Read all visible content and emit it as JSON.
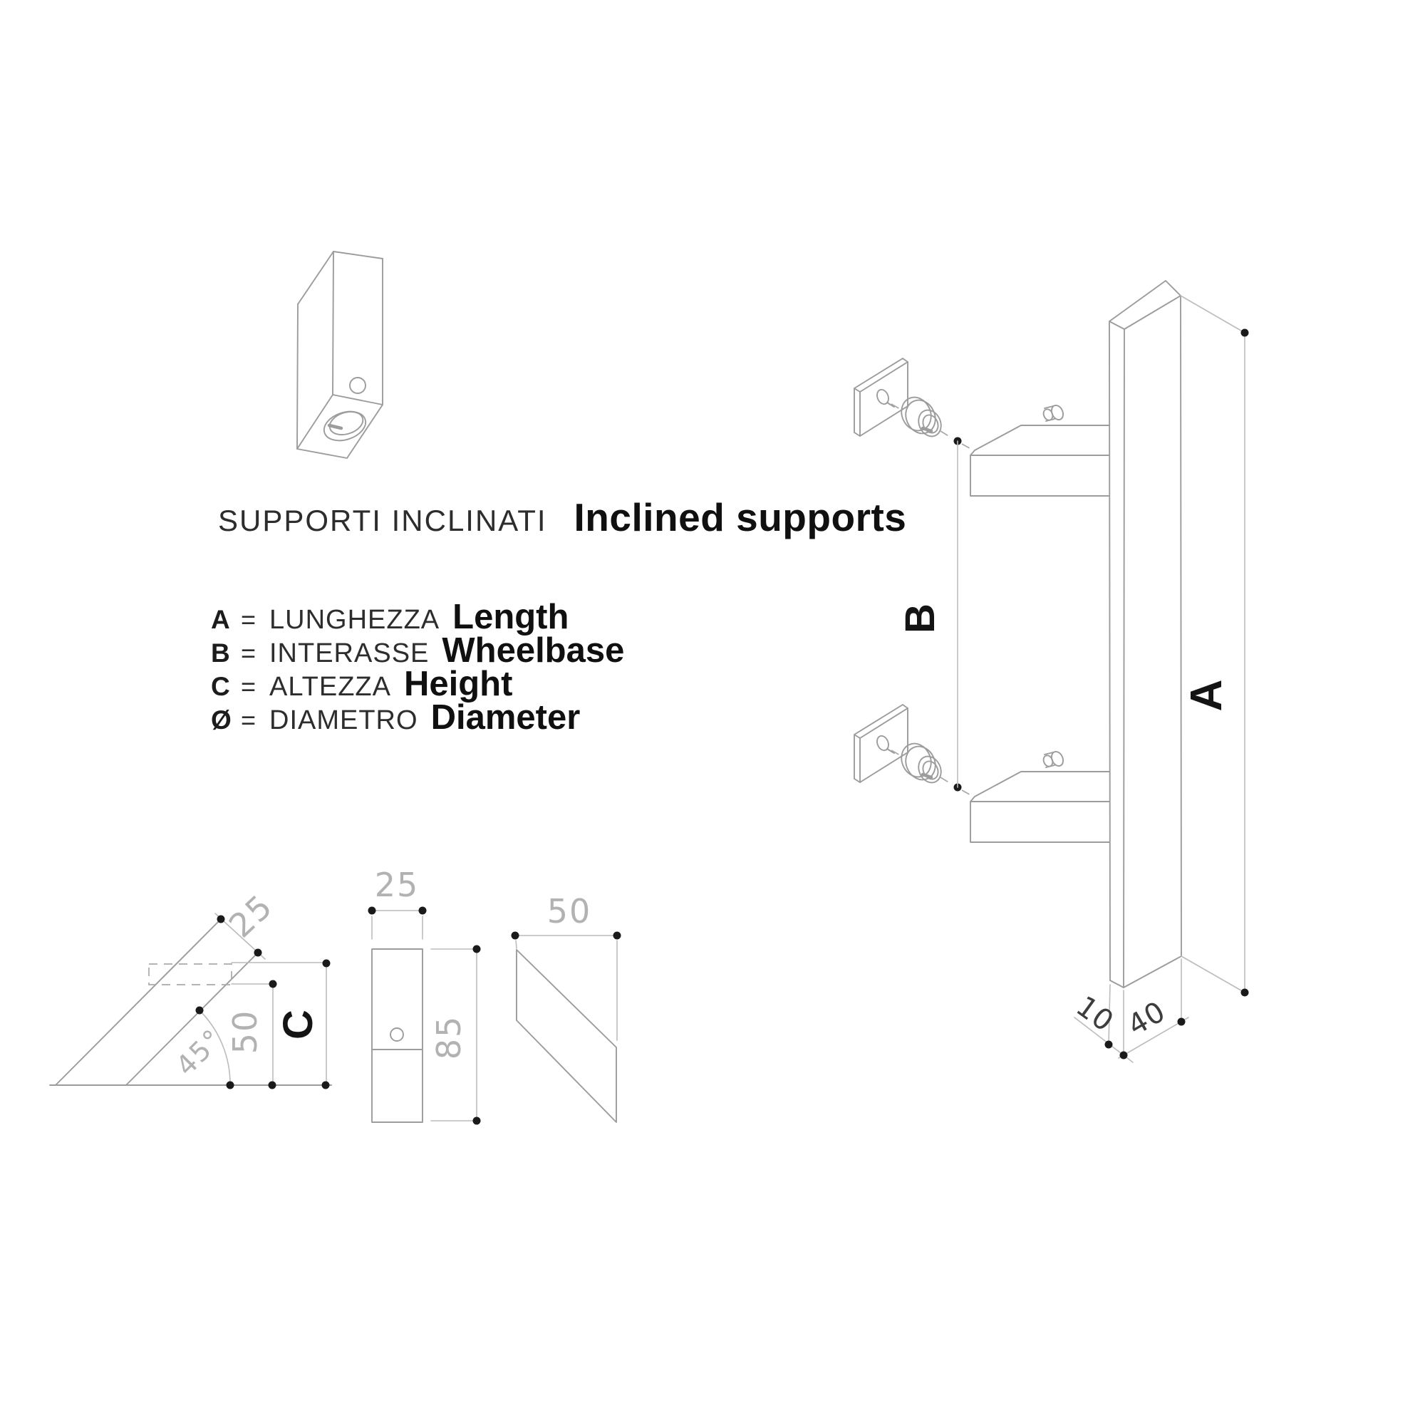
{
  "title": {
    "it": "SUPPORTI INCLINATI",
    "en": "Inclined supports"
  },
  "legend": [
    {
      "symbol": "A",
      "eq": "=",
      "it": "LUNGHEZZA",
      "en": "Length"
    },
    {
      "symbol": "B",
      "eq": "=",
      "it": "INTERASSE",
      "en": "Wheelbase"
    },
    {
      "symbol": "C",
      "eq": "=",
      "it": "ALTEZZA",
      "en": "Height"
    },
    {
      "symbol": "Ø",
      "eq": "=",
      "it": "DIAMETRO",
      "en": "Diameter"
    }
  ],
  "views": {
    "side": {
      "width": "25",
      "height": "50",
      "angle": "45°",
      "height_symbol": "C"
    },
    "front": {
      "width": "25",
      "length": "85"
    },
    "profile": {
      "depth": "50"
    },
    "assembly": {
      "wheelbase_symbol": "B",
      "length_symbol": "A",
      "thickness": "10",
      "width": "40"
    }
  },
  "colors": {
    "background": "#ffffff",
    "outline_gray": "#9c9c9c",
    "dimension_gray": "#bcbcbc",
    "dim_text_gray": "#b2b2b2",
    "label_black": "#141414"
  }
}
